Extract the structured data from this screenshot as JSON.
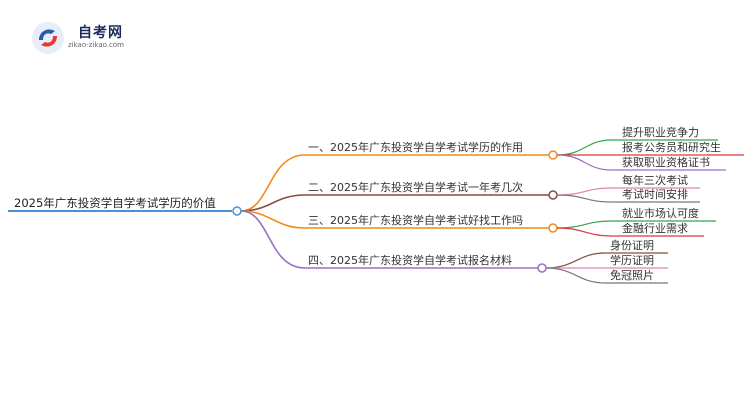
{
  "site": {
    "title": "自考网",
    "url": "zikao-zikao.com"
  },
  "colors": {
    "root": "#4a90d9",
    "branch1": "#f08c1e",
    "branch2": "#8b4a3c",
    "branch3": "#f08c1e",
    "branch4": "#9b6fc6",
    "leaf_green": "#2ea84a",
    "leaf_red": "#d9383a",
    "leaf_purple": "#9b6fc6",
    "leaf_pink": "#e57fb0",
    "leaf_gray": "#777777",
    "leaf_brown": "#8b4a3c"
  },
  "mindmap": {
    "root": "2025年广东投资学自学考试学历的价值",
    "branches": [
      {
        "label": "一、2025年广东投资学自学考试学历的作用",
        "children": [
          "提升职业竞争力",
          "报考公务员和研究生",
          "获取职业资格证书"
        ]
      },
      {
        "label": "二、2025年广东投资学自学考试一年考几次",
        "children": [
          "每年三次考试",
          "考试时间安排"
        ]
      },
      {
        "label": "三、2025年广东投资学自学考试好找工作吗",
        "children": [
          "就业市场认可度",
          "金融行业需求"
        ]
      },
      {
        "label": "四、2025年广东投资学自学考试报名材料",
        "children": [
          "身份证明",
          "学历证明",
          "免冠照片"
        ]
      }
    ]
  }
}
